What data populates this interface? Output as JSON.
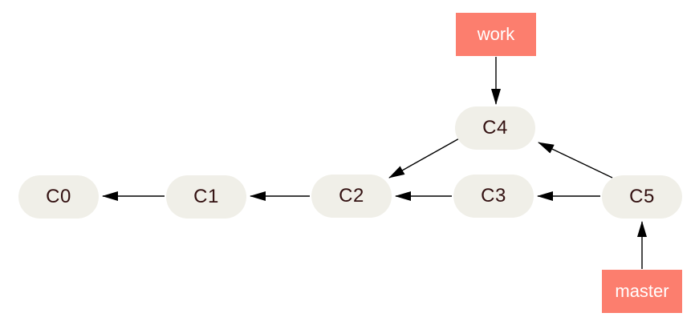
{
  "diagram": {
    "type": "git-commit-graph",
    "colors": {
      "background": "#ffffff",
      "branch_tag_fill": "#fc7e6e",
      "branch_tag_text": "#ffffff",
      "commit_fill": "#f0efe8",
      "commit_text": "#331111",
      "arrow": "#000000"
    },
    "commits": [
      {
        "label": "C0"
      },
      {
        "label": "C1"
      },
      {
        "label": "C2"
      },
      {
        "label": "C3"
      },
      {
        "label": "C4"
      },
      {
        "label": "C5"
      }
    ],
    "branches": [
      {
        "label": "work",
        "points_to": "C4"
      },
      {
        "label": "master",
        "points_to": "C5"
      }
    ],
    "edges": [
      {
        "from": "C1",
        "to": "C0"
      },
      {
        "from": "C2",
        "to": "C1"
      },
      {
        "from": "C3",
        "to": "C2"
      },
      {
        "from": "C4",
        "to": "C2"
      },
      {
        "from": "C5",
        "to": "C3"
      },
      {
        "from": "C5",
        "to": "C4"
      },
      {
        "from": "work",
        "to": "C4"
      },
      {
        "from": "master",
        "to": "C5"
      }
    ]
  }
}
